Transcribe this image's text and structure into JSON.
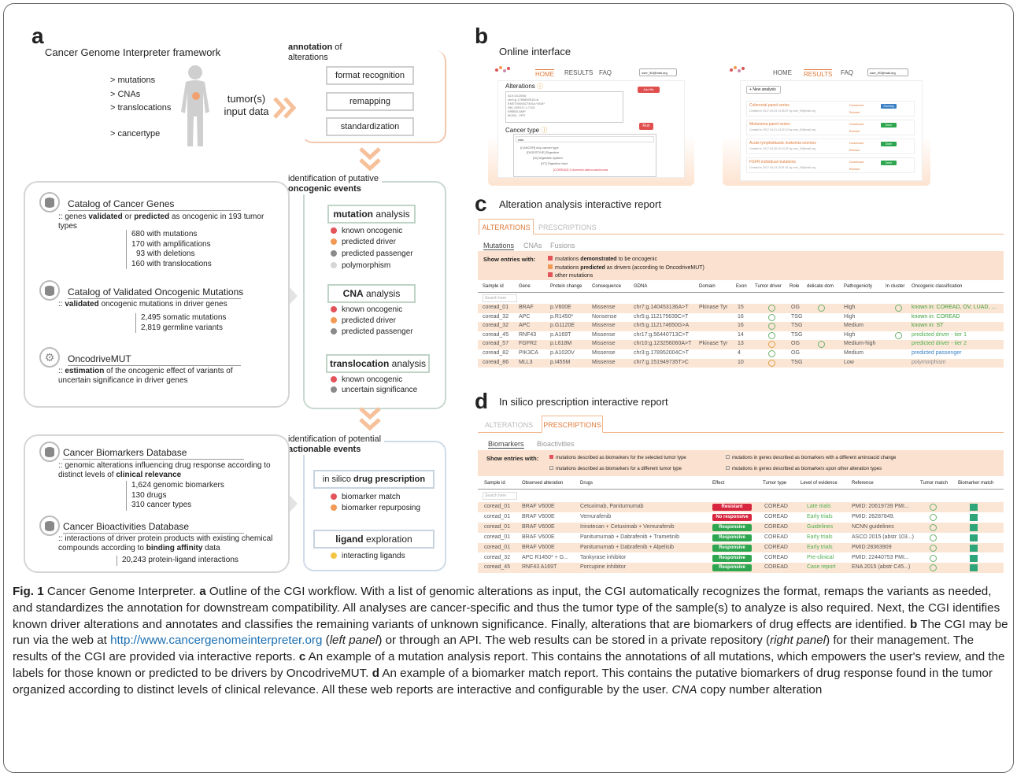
{
  "panel_letters": {
    "a": "a",
    "b": "b",
    "c": "c",
    "d": "d"
  },
  "a": {
    "framework_title": "Cancer Genome Interpreter framework",
    "inputs": [
      "> mutations",
      "> CNAs",
      "> translocations",
      "> cancertype"
    ],
    "tumor_input": "tumor(s) input data",
    "annotation_title_bold": "annotation",
    "annotation_title_rest": " of alterations",
    "steps": [
      "format recognition",
      "remapping",
      "standardization"
    ],
    "oncogenic_title_1": "identification of putative",
    "oncogenic_title_2": "oncogenic events",
    "actionable_title_1": "identification of potential",
    "actionable_title_2": "actionable events",
    "catalogs": [
      {
        "title": "Catalog of Cancer Genes",
        "desc_pre": "genes ",
        "desc_b1": "validated",
        "desc_mid": " or ",
        "desc_b2": "predicted",
        "desc_post": " as oncogenic in 193 tumor types",
        "list": [
          "680 with mutations",
          "170 with amplifications",
          "93 with deletions",
          "160 with translocations"
        ]
      },
      {
        "title": "Catalog of Validated Oncogenic Mutations",
        "desc_b1": "validated",
        "desc_post": " oncogenic mutations in driver genes",
        "list": [
          "2,495 somatic mutations",
          "2,819 germline variants"
        ]
      },
      {
        "title": "OncodriveMUT",
        "desc_b1": "estimation",
        "desc_post": " of the oncogenic effect of variants of uncertain significance in driver genes"
      },
      {
        "title": "Cancer Biomarkers Database",
        "desc_pre": "genomic alterations influencing drug response according to distinct levels of ",
        "desc_b1": "clinical relevance",
        "list": [
          "1,624 genomic biomarkers",
          "130 drugs",
          "310 cancer types"
        ]
      },
      {
        "title": "Cancer Bioactivities Database",
        "desc_pre": "interactions of driver protein products with existing chemical compounds according to ",
        "desc_b1": "binding affinity",
        "desc_post": " data",
        "list": [
          "20,243 protein-ligand interactions"
        ]
      }
    ],
    "mutation_analysis": {
      "bold": "mutation",
      "rest": " analysis",
      "items": [
        "known oncogenic",
        "predicted driver",
        "predicted passenger",
        "polymorphism"
      ]
    },
    "cna_analysis": {
      "bold": "CNA",
      "rest": " analysis",
      "items": [
        "known oncogenic",
        "predicted driver",
        "predicted passenger"
      ]
    },
    "translocation_analysis": {
      "bold": "translocation",
      "rest": " analysis",
      "items": [
        "known oncogenic",
        "uncertain significance"
      ]
    },
    "drug_prescription": {
      "pre": "in silico ",
      "bold": "drug prescription",
      "items": [
        "biomarker match",
        "biomarker repurposing"
      ]
    },
    "ligand": {
      "bold": "ligand",
      "rest": " exploration",
      "items": [
        "interacting ligands"
      ]
    },
    "colors": {
      "red": "#e2545a",
      "orange": "#f29a55",
      "gray": "#8a8a8a",
      "lightgray": "#d6d6d6",
      "yellow": "#f4c542",
      "accent": "#f0a070"
    }
  },
  "b": {
    "title": "Online interface",
    "nav": [
      "HOME",
      "RESULTS",
      "FAQ"
    ],
    "user": "user_90@mail.org",
    "left": {
      "alterations_label": "Alterations",
      "alterations_text": [
        "ALK:G1269A",
        "chr4:g.1789800915>A",
        "ENST0000027451s:Y818*",
        "NM_005117.c.7115",
        "ERBB2:AMP",
        "MCB4 - FRT"
      ],
      "add_file": "Add file",
      "run": "Run",
      "cancer_type_label": "Cancer type",
      "search_value": "colo",
      "tree": [
        "[CANCER] Any cancer type",
        "[DIGESTIVE] Digestive",
        "[GI] Digestive system",
        "[GT] Digestive tract",
        "[COREAD] Colorectal adenocarcinoma"
      ]
    },
    "right": {
      "new_analysis": "New analysis",
      "results": [
        {
          "name": "Colorectal panel series",
          "meta": "Created in 2017-04-03 14:45:57 by user_90@mail.org",
          "status": "Running"
        },
        {
          "name": "Melanoma panel series",
          "meta": "Created in 2017-04-01 13:32:13 by user_90@mail.org",
          "status": "Done"
        },
        {
          "name": "Acute lymphoblastic leukemia exomes",
          "meta": "Created in 2017-03-26 10:14:22 by user_90@mail.org",
          "status": "Done"
        },
        {
          "name": "FGFR individual mutations",
          "meta": "Created in 2017-03-13 10:51:21 by user_90@mail.org",
          "status": "Done"
        }
      ],
      "download": "Download",
      "browse": "Browse"
    }
  },
  "c": {
    "title": "Alteration analysis interactive report",
    "tabs": [
      "ALTERATIONS",
      "PRESCRIPTIONS"
    ],
    "subtabs": [
      "Mutations",
      "CNAs",
      "Fusions"
    ],
    "show_entries": "Show entries with:",
    "filters": [
      {
        "pre": "mutations ",
        "bold": "demonstrated",
        "post": " to be oncogenic"
      },
      {
        "pre": "mutations ",
        "bold": "predicted",
        "post": " as drivers (according to OncodriveMUT)"
      },
      {
        "pre": "other mutations",
        "bold": "",
        "post": ""
      }
    ],
    "search_placeholder": "Search here",
    "columns": [
      "Sample id",
      "Gene",
      "Protein change",
      "Consequence",
      "GDNA",
      "Domain",
      "Exon",
      "Tumor driver",
      "Role",
      "delicate dom",
      "Pathogenicity",
      "In cluster",
      "Oncogenic classification"
    ],
    "rows": [
      {
        "sample": "coread_01",
        "gene": "BRAF",
        "protein": "p.V600E",
        "consequence": "Missense",
        "gdna": "chr7:g.140453136A>T",
        "domain": "Pkinase Tyr",
        "exon": "15",
        "driver": "green",
        "role": "OG",
        "dom": "green",
        "path": "High",
        "cluster": "green",
        "cls": "known in: COREAD, OV, LUAD, ...",
        "cls_color": "#3a9d3a"
      },
      {
        "sample": "coread_32",
        "gene": "APC",
        "protein": "p.R1450*",
        "consequence": "Nonsense",
        "gdna": "chr5:g.112175639C>T",
        "domain": "",
        "exon": "16",
        "driver": "green",
        "role": "TSG",
        "dom": "",
        "path": "High",
        "cluster": "",
        "cls": "known in: COREAD",
        "cls_color": "#3a9d3a"
      },
      {
        "sample": "coread_32",
        "gene": "APC",
        "protein": "p.G1120E",
        "consequence": "Missense",
        "gdna": "chr5:g.112174650G>A",
        "domain": "",
        "exon": "16",
        "driver": "green",
        "role": "TSG",
        "dom": "",
        "path": "Medium",
        "cluster": "",
        "cls": "known in: ST",
        "cls_color": "#3a9d3a"
      },
      {
        "sample": "coread_45",
        "gene": "RNF43",
        "protein": "p.A169T",
        "consequence": "Missense",
        "gdna": "chr17:g.56440713C>T",
        "domain": "",
        "exon": "14",
        "driver": "green",
        "role": "TSG",
        "dom": "",
        "path": "High",
        "cluster": "green",
        "cls": "predicted driver - tier 1",
        "cls_color": "#4fae4f"
      },
      {
        "sample": "coread_57",
        "gene": "FGFR2",
        "protein": "p.L618M",
        "consequence": "Missense",
        "gdna": "chr10:g.123256060A>T",
        "domain": "Pkinase Tyr",
        "exon": "13",
        "driver": "orange",
        "role": "OG",
        "dom": "green",
        "path": "Medium-high",
        "cluster": "",
        "cls": "predicted driver - tier 2",
        "cls_color": "#4fae4f"
      },
      {
        "sample": "coread_82",
        "gene": "PIK3CA",
        "protein": "p.A1020V",
        "consequence": "Missense",
        "gdna": "chr3:g.178952004C>T",
        "domain": "",
        "exon": "4",
        "driver": "green",
        "role": "OG",
        "dom": "",
        "path": "Medium",
        "cluster": "",
        "cls": "predicted passenger",
        "cls_color": "#3a7fc4"
      },
      {
        "sample": "coread_86",
        "gene": "MLL3",
        "protein": "p.I455M",
        "consequence": "Missense",
        "gdna": "chr7:g.151949735T>C",
        "domain": "",
        "exon": "10",
        "driver": "orange",
        "role": "TSG",
        "dom": "",
        "path": "Low",
        "cluster": "",
        "cls": "polymorphism",
        "cls_color": "#888888"
      }
    ]
  },
  "d": {
    "title": "In silico prescription interactive report",
    "tabs": [
      "ALTERATIONS",
      "PRESCRIPTIONS"
    ],
    "subtabs": [
      "Biomarkers",
      "Bioactivities"
    ],
    "show_entries": "Show entries with:",
    "filters": [
      "mutations described as biomarkers for the selected tumor type",
      "mutations in genes described as biomarkers with a different aminoacid change",
      "mutations described as biomarkers for a different tumor type",
      "mutations in genes described as biomarkers upon other alteration types"
    ],
    "search_placeholder": "Search here",
    "columns": [
      "Sample id",
      "Observed alteration",
      "Drugs",
      "Effect",
      "Tumor type",
      "Level of evidence",
      "Reference",
      "Tumor match",
      "Biomarker match"
    ],
    "rows": [
      {
        "sample": "coread_01",
        "alt": "BRAF V600E",
        "drugs": "Cetuximab, Panitumumab",
        "effect": "Resistant",
        "effect_color": "#d7263d",
        "tumor": "COREAD",
        "level": "Late trials",
        "ref": "PMID: 20619739  PMI..."
      },
      {
        "sample": "coread_01",
        "alt": "BRAF V600E",
        "drugs": "Vemurafenib",
        "effect": "No responsive",
        "effect_color": "#d7263d",
        "tumor": "COREAD",
        "level": "Early trials",
        "ref": "PMID: 26287849."
      },
      {
        "sample": "coread_01",
        "alt": "BRAF V600E",
        "drugs": "Irinotecan + Cetuximab + Vemurafenib",
        "effect": "Responsive",
        "effect_color": "#2ea64f",
        "tumor": "COREAD",
        "level": "Guidelines",
        "ref": "NCNN guidelines"
      },
      {
        "sample": "coread_01",
        "alt": "BRAF V600E",
        "drugs": "Panitumumab + Dabrafenib + Trametinib",
        "effect": "Responsive",
        "effect_color": "#2ea64f",
        "tumor": "COREAD",
        "level": "Early trials",
        "ref": "ASCO 2015 (abstr 103...)"
      },
      {
        "sample": "coread_01",
        "alt": "BRAF V600E",
        "drugs": "Panitumumab + Dabrafenib + Alpelisib",
        "effect": "Responsive",
        "effect_color": "#2ea64f",
        "tumor": "COREAD",
        "level": "Early trials",
        "ref": "PMID:28363909"
      },
      {
        "sample": "coread_32",
        "alt": "APC R1450* + G...",
        "drugs": "Tankyrase inhibitor",
        "effect": "Responsive",
        "effect_color": "#2ea64f",
        "tumor": "COREAD",
        "level": "Pre-clinical",
        "ref": "PMID: 22440753  PMI..."
      },
      {
        "sample": "coread_45",
        "alt": "RNF43 A169T",
        "drugs": "Porcupine inhibitor",
        "effect": "Responsive",
        "effect_color": "#2ea64f",
        "tumor": "COREAD",
        "level": "Case report",
        "ref": "ENA 2015 (abstr C45...)"
      }
    ]
  },
  "caption": {
    "fig": "Fig. 1",
    "title": " Cancer Genome Interpreter. ",
    "a": "a",
    "t1": " Outline of the CGI workflow. With a list of genomic alterations as input, the CGI automatically recognizes the format, remaps the variants as needed, and standardizes the annotation for downstream compatibility. All analyses are cancer-specific and thus the tumor type of the sample(s) to analyze is also required. Next, the CGI identifies known driver alterations and annotates and classifies the remaining variants of unknown significance. Finally, alterations that are biomarkers of drug effects are identified. ",
    "b": "b",
    "t2": " The CGI may be run via the web at ",
    "link": "http://www.cancergenomeinterpreter.org",
    "t3": " (",
    "left_panel": "left panel",
    "t4": ") or through an API. The web results can be stored in a private repository (",
    "right_panel": "right panel",
    "t5": ") for their management. The results of the CGI are provided via interactive reports. ",
    "c": "c",
    "t6": " An example of a mutation analysis report. This contains the annotations of all mutations, which empowers the user's review, and the labels for those known or predicted to be drivers by OncodriveMUT. ",
    "d": "d",
    "t7": " An example of a biomarker match report. This contains the putative biomarkers of drug response found in the tumor organized according to distinct levels of clinical relevance. All these web reports are interactive and configurable by the user. ",
    "cna": "CNA",
    "t8": " copy number alteration"
  }
}
